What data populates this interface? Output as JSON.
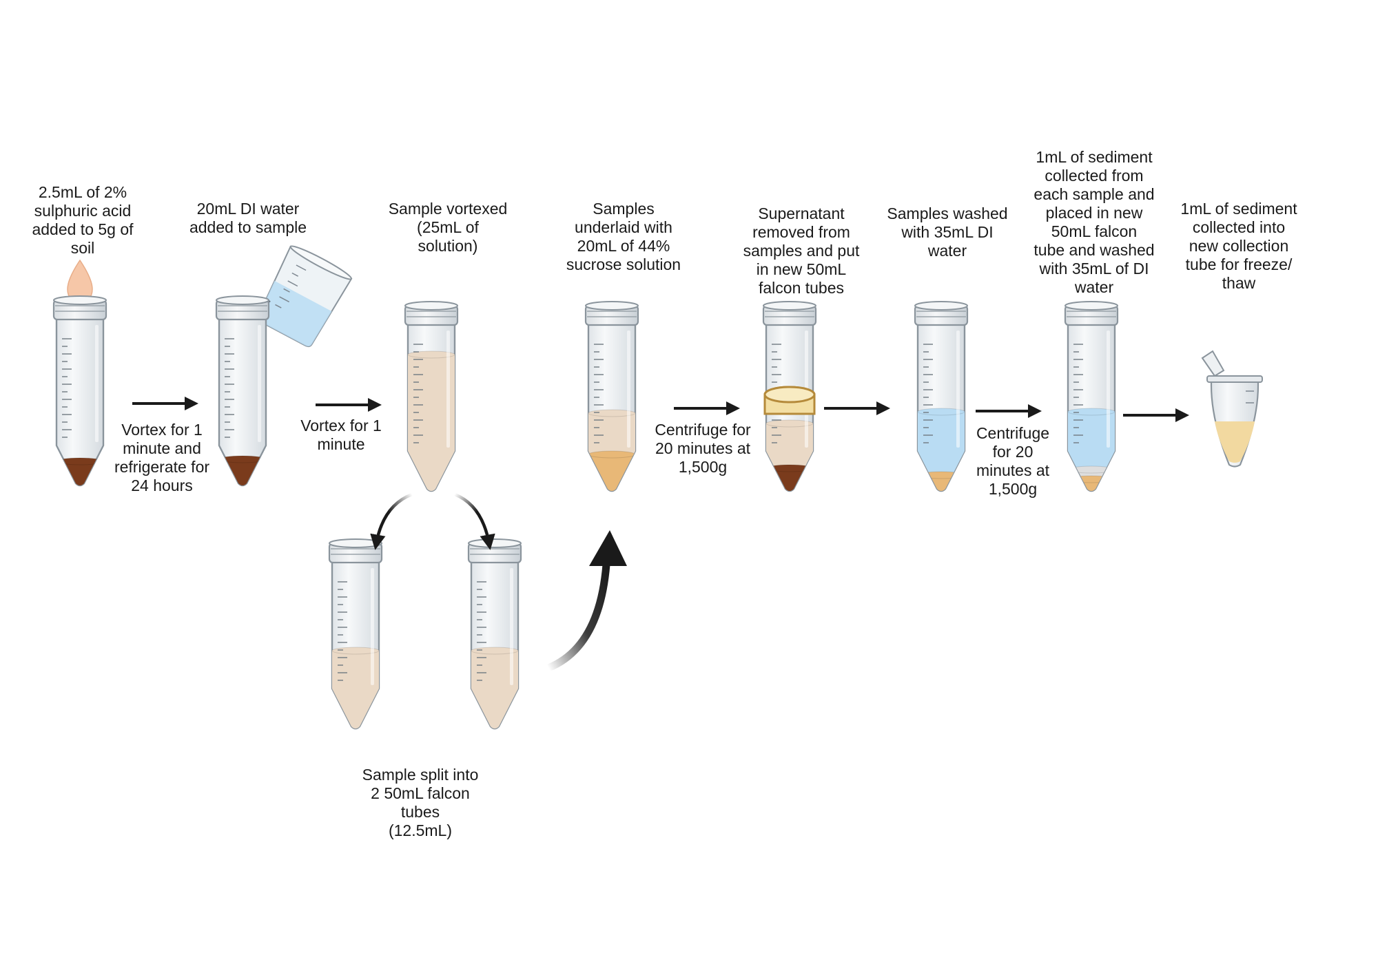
{
  "labels": {
    "step1": "2.5mL of 2%\nsulphuric acid\nadded to 5g of\nsoil",
    "step2": "20mL DI water\nadded to sample",
    "step3": "Sample vortexed\n(25mL of\nsolution)",
    "step4": "Samples\nunderlaid with\n20mL of 44%\nsucrose solution",
    "step5": "Supernatant\nremoved from\nsamples and put\nin new 50mL\nfalcon tubes",
    "step6": "Samples washed\nwith 35mL DI\nwater",
    "step7": "1mL of sediment\ncollected from\neach sample and\nplaced in new\n50mL falcon\ntube and washed\nwith 35mL of DI\nwater",
    "step8": "1mL of sediment\ncollected into\nnew collection\ntube for freeze/\nthaw",
    "arrow1": "Vortex for 1\nminute and\nrefrigerate for\n24 hours",
    "arrow2": "Vortex for 1\nminute",
    "arrow3": "Centrifuge for\n20 minutes at\n1,500g",
    "arrow4": "Centrifuge\nfor 20\nminutes at\n1,500g",
    "split": "Sample split into\n2 50mL falcon\ntubes\n(12.5mL)"
  },
  "colors": {
    "soil": "#7a3b1c",
    "acid_drop": "#f6c7a8",
    "water": "#b9dcf3",
    "beige_solution": "#ead9c6",
    "sucrose": "#e8b877",
    "supernatant_layer": "#f3dfa4",
    "tube_glass": "#eef1f3",
    "tube_outline": "#8a949c",
    "arrow": "#1a1a1a"
  },
  "icons": [
    "falcon-tube-icon",
    "droplet-icon",
    "beaker-icon",
    "microcentrifuge-tube-icon",
    "arrow-right-icon",
    "curved-arrow-icon"
  ]
}
